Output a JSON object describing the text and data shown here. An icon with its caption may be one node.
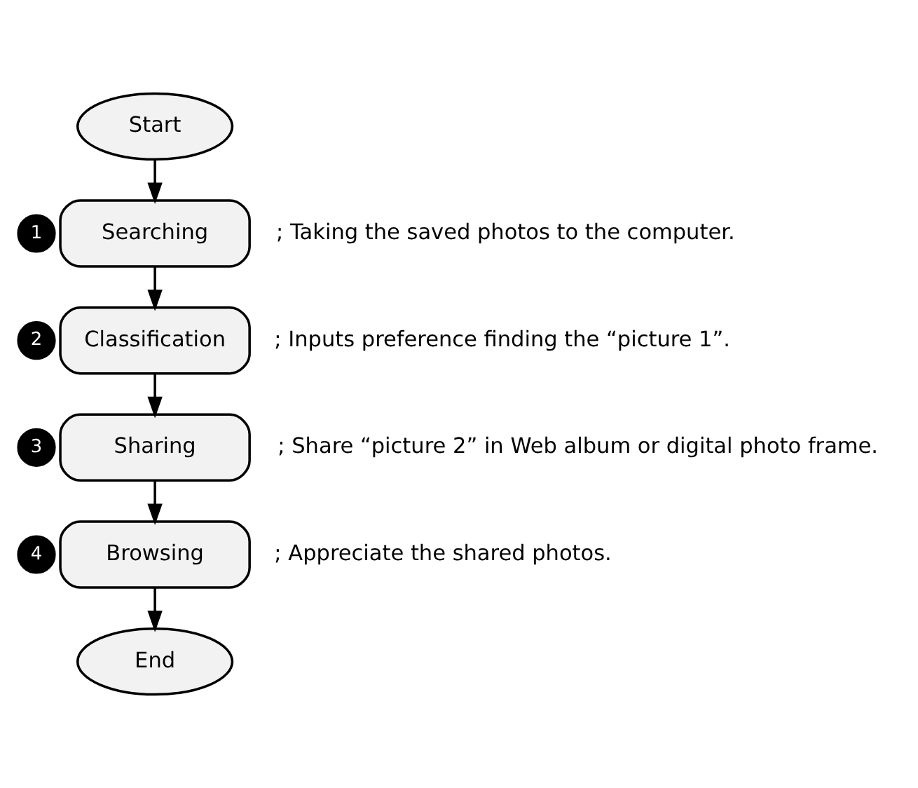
{
  "diagram": {
    "nodes": [
      {
        "text": [
          "Start"
        ]
      },
      {
        "text": [
          "1"
        ]
      },
      {
        "text": [
          "Searching"
        ],
        "beside": [
          "; Taking the saved photos to the computer."
        ]
      },
      {
        "text": [
          "2"
        ]
      },
      {
        "text": [
          "Classification"
        ],
        "beside": [
          "; Inputs preference finding the “picture 1”."
        ]
      },
      {
        "text": [
          "3"
        ]
      },
      {
        "text": [
          "Sharing"
        ],
        "beside": [
          "; Share “picture 2” in Web album or digital photo frame."
        ]
      },
      {
        "text": [
          "4"
        ]
      },
      {
        "text": [
          "Browsing"
        ],
        "beside": [
          "; Appreciate the shared photos."
        ]
      },
      {
        "text": [
          "End"
        ]
      }
    ],
    "edges": [
      {
        "from": 0,
        "to": 2,
        "arrow": "to"
      },
      {
        "from": 2,
        "to": 4,
        "arrow": "to"
      },
      {
        "from": 4,
        "to": 6,
        "arrow": "to"
      },
      {
        "from": 6,
        "to": 8,
        "arrow": "to"
      },
      {
        "from": 8,
        "to": 9,
        "arrow": "to"
      }
    ]
  }
}
